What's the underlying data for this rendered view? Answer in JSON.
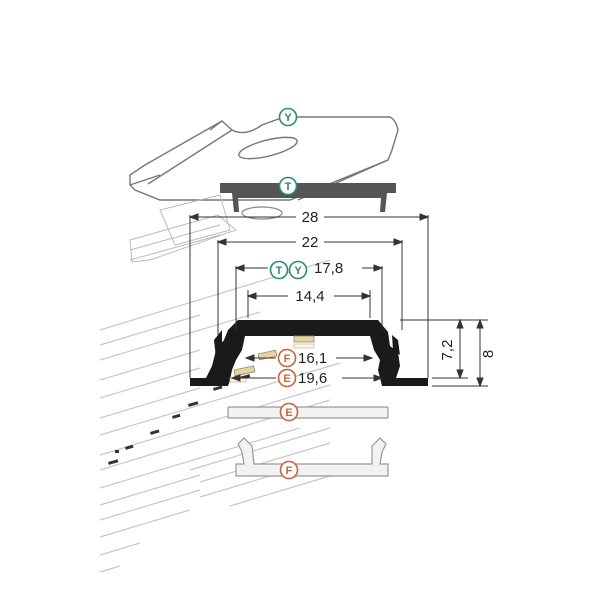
{
  "dimensions": {
    "overall_width": "28",
    "inner_width": "22",
    "cover_width": "17,8",
    "opening_width": "14,4",
    "height_inner": "7,2",
    "height_overall": "8",
    "diffuser_f_width": "16,1",
    "diffuser_e_width": "19,6"
  },
  "badges": {
    "y": "Y",
    "t": "T",
    "f": "F",
    "e": "E"
  },
  "colors": {
    "badge_y": "#2e8b6f",
    "badge_t": "#2e8b6f",
    "badge_f": "#c8643c",
    "badge_e": "#c8643c",
    "profile": "#1a1a1a",
    "cover_t": "#555555",
    "outline": "#999999"
  }
}
